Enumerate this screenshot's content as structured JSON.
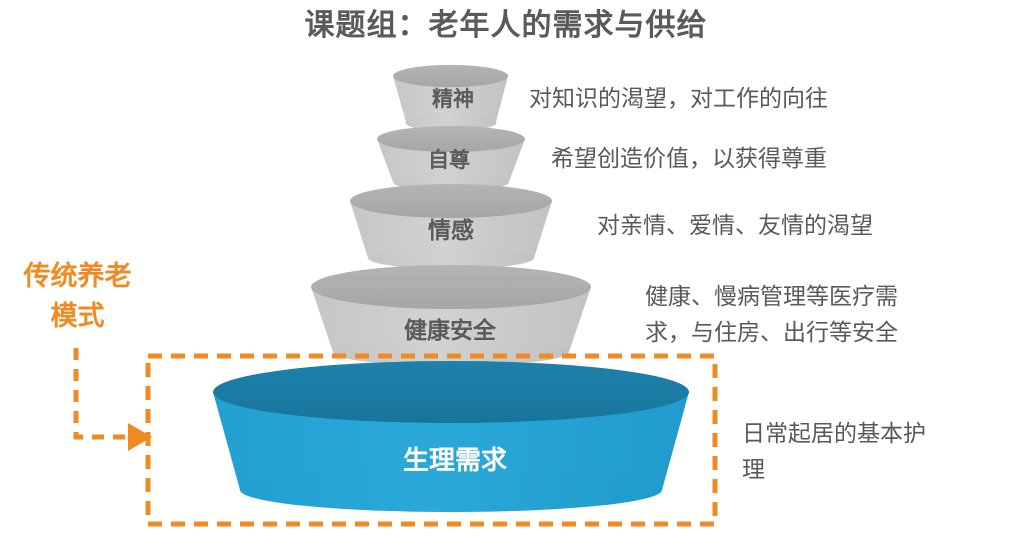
{
  "title": "课题组：老年人的需求与供给",
  "colors": {
    "title_text": "#5a5a5a",
    "layer_gray_body": "#cccccc",
    "layer_gray_top": "#aeaeae",
    "layer_blue_body": "#29a3d4",
    "layer_blue_top": "#1b7fa8",
    "label_gray_text": "#5a5a5a",
    "label_blue_text": "#ffffff",
    "description_text": "#595959",
    "accent_orange": "#F08B23"
  },
  "pyramid": {
    "layers": [
      {
        "id": "spirit",
        "label": "精神",
        "description": "对知识的渴望，对工作的向往",
        "fill": "gray"
      },
      {
        "id": "esteem",
        "label": "自尊",
        "description": "希望创造价值，以获得尊重",
        "fill": "gray"
      },
      {
        "id": "emotion",
        "label": "情感",
        "description": "对亲情、爱情、友情的渴望",
        "fill": "gray"
      },
      {
        "id": "health",
        "label": "健康安全",
        "description": "健康、慢病管理等医疗需\n求，与住房、出行等安全",
        "fill": "gray"
      },
      {
        "id": "physiological",
        "label": "生理需求",
        "description": "日常起居的基本护\n理",
        "fill": "blue"
      }
    ]
  },
  "callout": {
    "label": "传统养老\n模式",
    "icon": "dashed-arrow-right-icon",
    "highlight_box": "dashed-rectangle"
  }
}
